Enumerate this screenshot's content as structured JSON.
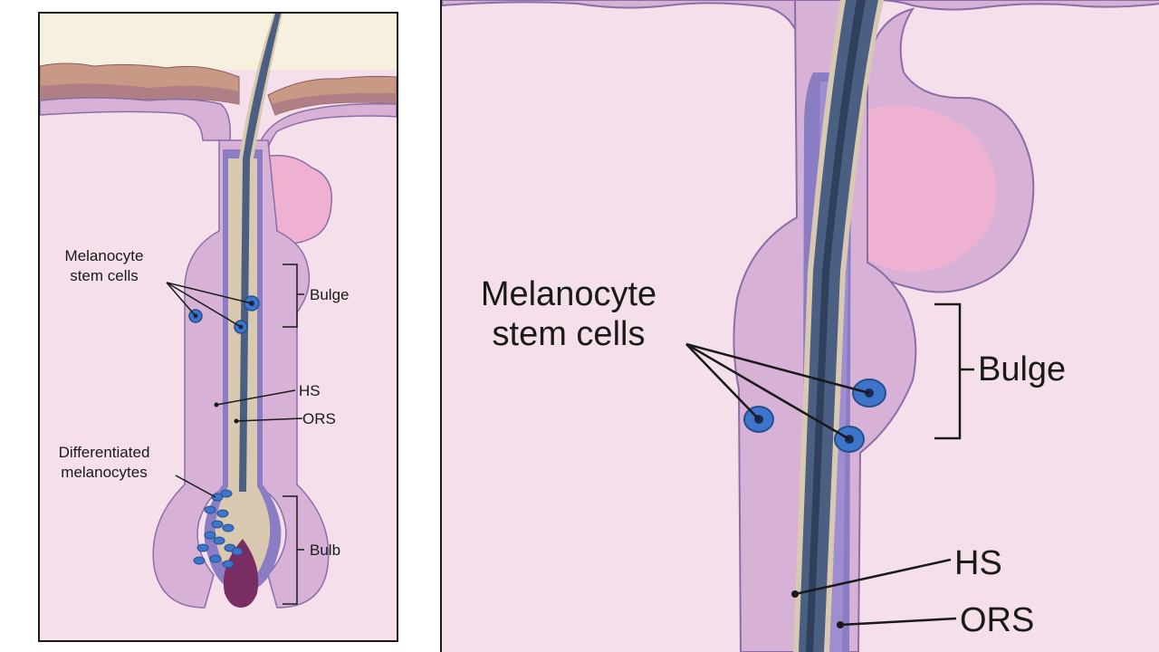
{
  "left_panel": {
    "labels": {
      "melanocyte_stem_cells": [
        "Melanocyte",
        "stem cells"
      ],
      "bulge": "Bulge",
      "hs": "HS",
      "ors": "ORS",
      "differentiated_melanocytes": [
        "Differentiated",
        "melanocytes"
      ],
      "bulb": "Bulb"
    }
  },
  "right_panel": {
    "labels": {
      "melanocyte_stem_cells": [
        "Melanocyte",
        "stem cells"
      ],
      "bulge": "Bulge",
      "hs": "HS",
      "ors": "ORS"
    }
  },
  "colors": {
    "dermis": "#f4dfea",
    "epidermis_top": "#c89a86",
    "epidermis_layer": "#b07f86",
    "follicle_ors": "#d7b2d6",
    "follicle_outline": "#8a6ea8",
    "inner_sheath": "#8b7dc4",
    "hair_shaft": "#4a5f82",
    "hair_shaft_edge": "#d9c9b0",
    "sebaceous_gland": "#eeb1d2",
    "papilla": "#7a2d63",
    "melanocyte": "#3e74c9",
    "sky": "#f6f1df",
    "bracket": "#1a1a1a"
  }
}
